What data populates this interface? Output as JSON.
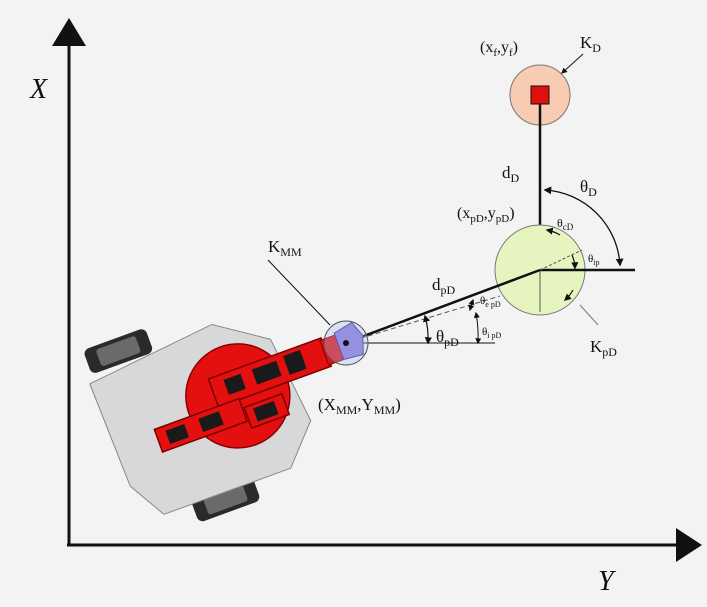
{
  "axes": {
    "vertical": "X",
    "horizontal": "Y"
  },
  "labels": {
    "final_point": {
      "base": "(x",
      "s1": "f",
      "mid": ",y",
      "s2": "f",
      "end": ")"
    },
    "K_D": {
      "base": "K",
      "sub": "D"
    },
    "d_D": {
      "base": "d",
      "sub": "D"
    },
    "theta_D": {
      "base": "θ",
      "sub": "D"
    },
    "pd_point": {
      "base": "(x",
      "s1": "pD",
      "mid": ",y",
      "s2": "pD",
      "end": ")"
    },
    "theta_cD": {
      "base": "θ",
      "sub": "cD"
    },
    "theta_ip": {
      "base": "θ",
      "sub": "ip"
    },
    "K_MM": {
      "base": "K",
      "sub": "MM"
    },
    "d_pD": {
      "base": "d",
      "sub": "pD"
    },
    "theta_e_pD": {
      "base": "θ",
      "sub": "e pD"
    },
    "theta_pD": {
      "base": "θ",
      "sub": "pD"
    },
    "theta_i_pD": {
      "base": "θ",
      "sub": "i pD"
    },
    "K_pD": {
      "base": "K",
      "sub": "pD"
    },
    "mm_point": {
      "base": "(X",
      "s1": "MM",
      "mid": ",Y",
      "s2": "MM",
      "end": ")"
    }
  },
  "colors": {
    "robot_red": "#e41010",
    "target_circle": "#f9cbb2",
    "target_square": "#e01010",
    "pd_circle": "#e6f5bf",
    "gripper": "#8a78d8",
    "chassis": "#d8d8d8"
  }
}
